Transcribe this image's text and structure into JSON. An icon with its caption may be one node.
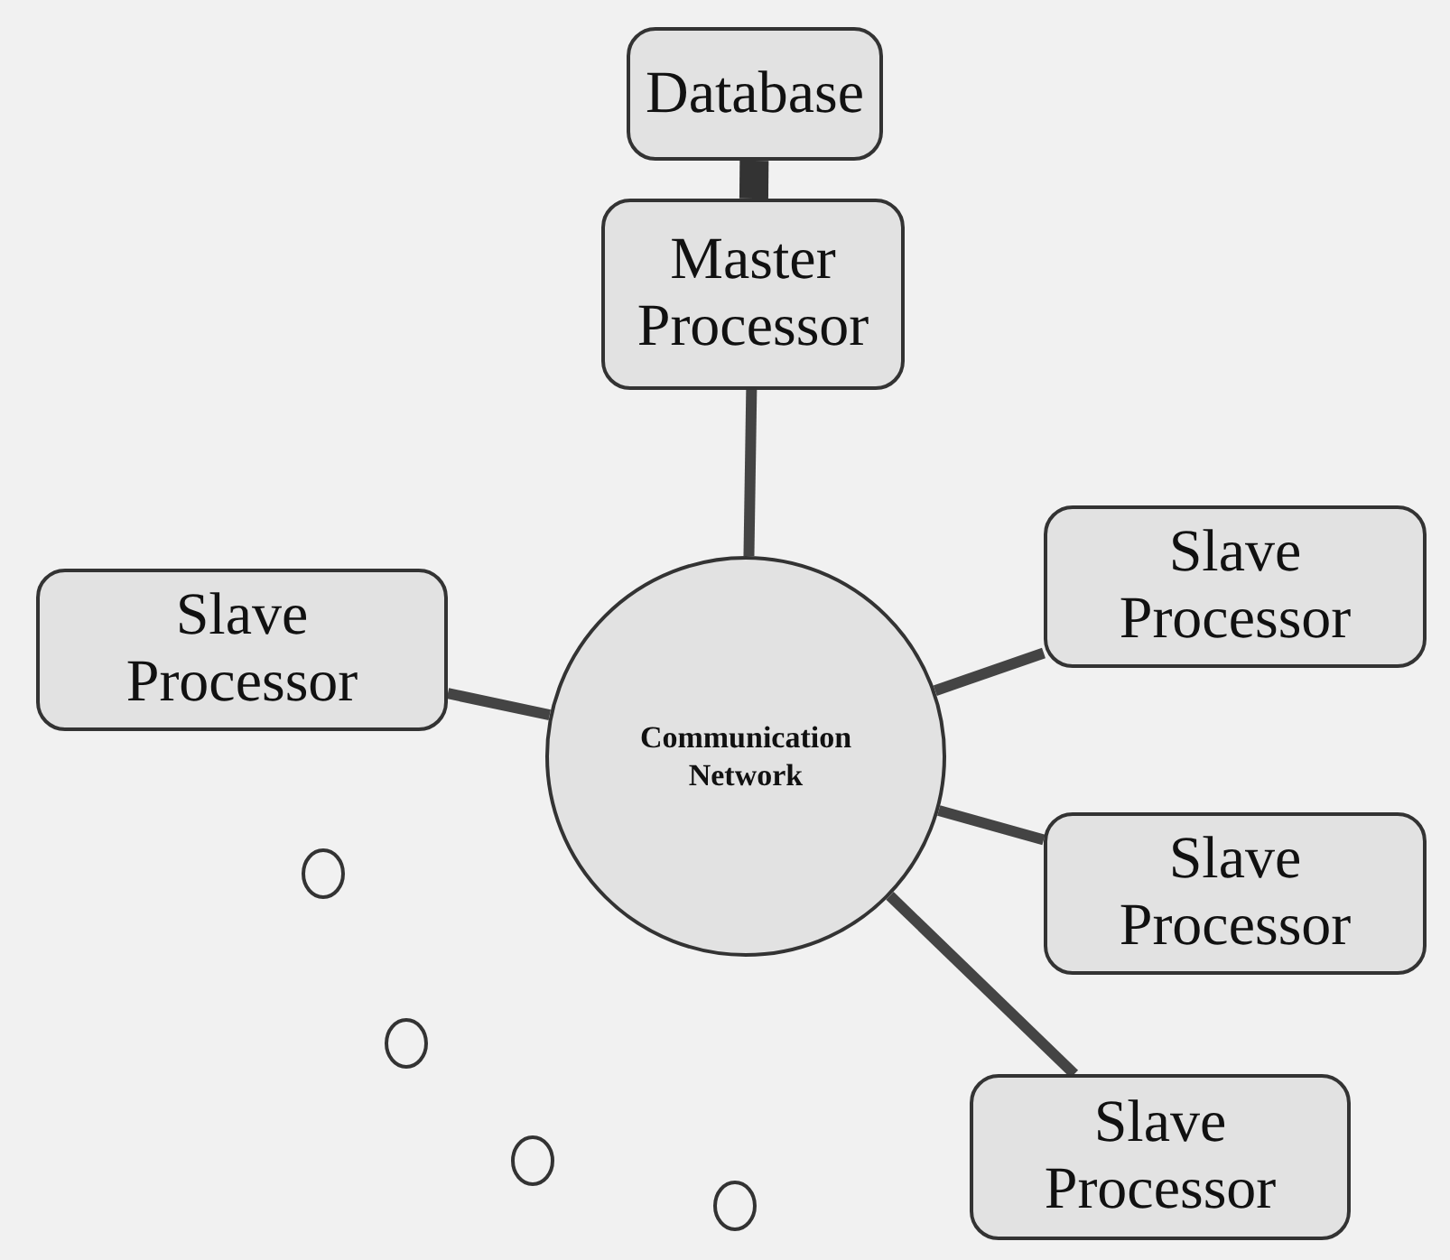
{
  "diagram": {
    "nodes": [
      {
        "text": [
          "Database"
        ]
      },
      {
        "text": [
          "Master Processor"
        ]
      },
      {
        "text": [
          "Slave Processor"
        ]
      },
      {
        "text": [
          "Communication Network"
        ]
      },
      {
        "text": [
          "Slave Processor"
        ]
      },
      {
        "text": [
          "Slave Processor"
        ]
      },
      {
        "text": [
          "Slave Processor"
        ]
      }
    ],
    "edges": [
      {
        "from": 0,
        "to": 1,
        "arrow": "none",
        "style": "thick"
      },
      {
        "from": 1,
        "to": 3,
        "arrow": "none"
      },
      {
        "from": 3,
        "to": 2,
        "arrow": "none"
      },
      {
        "from": 3,
        "to": 4,
        "arrow": "none"
      },
      {
        "from": 3,
        "to": 5,
        "arrow": "none"
      },
      {
        "from": 3,
        "to": 6,
        "arrow": "none"
      }
    ]
  }
}
